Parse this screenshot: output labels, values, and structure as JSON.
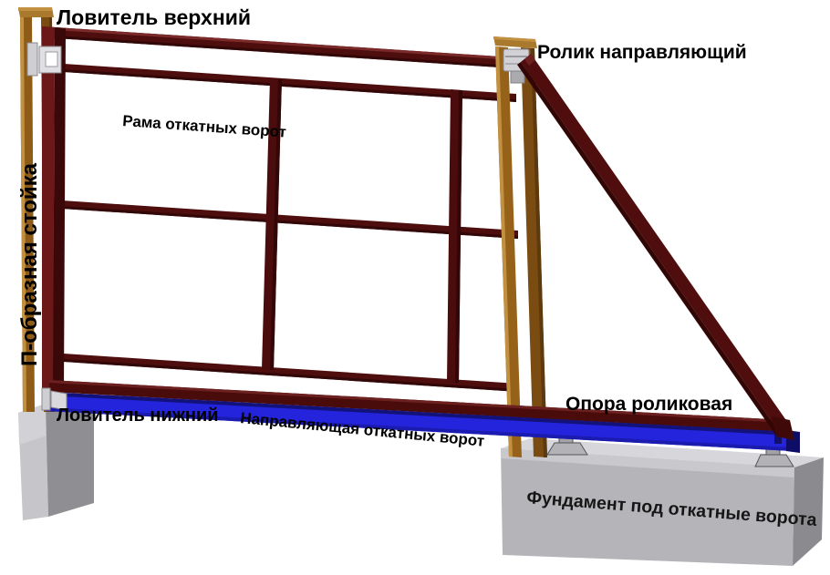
{
  "diagram": {
    "labels": {
      "upper_catcher": "Ловитель верхний",
      "guide_roller": "Ролик направляющий",
      "gate_frame": "Рама откатных ворот",
      "u_shaped_post": "П-образная стойка",
      "lower_catcher": "Ловитель нижний",
      "guide_rail": "Направляющая откатных ворот",
      "roller_support": "Опора роликовая",
      "foundation": "Фундамент под откатные ворота"
    },
    "colors": {
      "frame_maroon": "#4f0e0e",
      "frame_highlight": "#7b2a2a",
      "frame_shadow": "#310707",
      "post_brown": "#96621a",
      "post_highlight": "#c19041",
      "post_dark": "#7a4c12",
      "guide_rail_blue": "#2424dd",
      "guide_rail_dark": "#12127a",
      "concrete_light": "#d7d7db",
      "concrete_front": "#b5b5b9",
      "concrete_side": "#8b8b8f",
      "metal_gray": "#d2d2d6",
      "background": "#ffffff",
      "label_text": "#000000"
    }
  }
}
